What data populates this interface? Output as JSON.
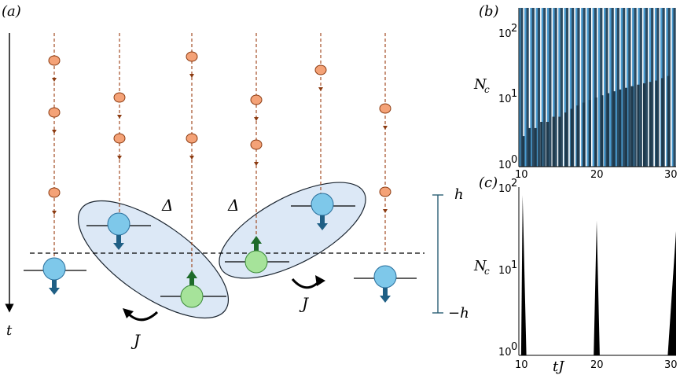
{
  "panel_a": {
    "label": "(a)",
    "time_label": "t",
    "delta_label": "Δ",
    "coupling_label": "J",
    "field_top": "h",
    "field_bottom": "−h"
  },
  "panel_b": {
    "label": "(b)"
  },
  "panel_c": {
    "label": "(c)",
    "xlabel": "tJ"
  },
  "chart_data": [
    {
      "type": "bar",
      "panel": "(b)",
      "ylabel": "N_c",
      "yscale": "log",
      "ylim": [
        1,
        300
      ],
      "xlim": [
        9.6,
        30.4
      ],
      "xticks": [
        "10",
        "20",
        "30"
      ],
      "yticks": [
        "10^0",
        "10^1",
        "10^2"
      ],
      "series": [
        {
          "color": "#4a9bd0",
          "x": [
            9.75,
            10.5,
            11.25,
            12.0,
            12.75,
            13.5,
            14.25,
            15.0,
            15.75,
            16.5,
            17.25,
            18.0,
            18.75,
            19.5,
            20.25,
            21.0,
            21.75,
            22.5,
            23.25,
            24.0,
            24.75,
            25.5,
            26.25,
            27.0,
            27.75,
            28.5,
            29.25,
            30.0
          ],
          "values": [
            300,
            300,
            300,
            300,
            300,
            300,
            300,
            300,
            300,
            300,
            300,
            300,
            300,
            300,
            300,
            300,
            300,
            300,
            300,
            300,
            300,
            300,
            300,
            300,
            300,
            300,
            300,
            300
          ]
        },
        {
          "color": "#2c4a60",
          "x": [
            10.0,
            10.75,
            11.5,
            12.25,
            13.0,
            13.75,
            14.5,
            15.25,
            16.0,
            16.75,
            17.5,
            18.25,
            19.0,
            19.75,
            20.5,
            21.25,
            22.0,
            22.75,
            23.5,
            24.25,
            25.0,
            25.75,
            26.5,
            27.25,
            28.0,
            28.75,
            29.5,
            30.2
          ],
          "values": [
            300,
            300,
            300,
            300,
            300,
            300,
            300,
            300,
            300,
            300,
            300,
            300,
            300,
            300,
            300,
            300,
            300,
            300,
            300,
            300,
            300,
            300,
            300,
            300,
            300,
            300,
            300,
            300
          ]
        },
        {
          "color": "#1f3a4d",
          "x": [
            10.2,
            11.0,
            11.8,
            12.6,
            13.4,
            14.2,
            15.0,
            15.8,
            16.6,
            17.4,
            18.2,
            19.0,
            19.8,
            20.6,
            21.4,
            22.2,
            23.0,
            23.8,
            24.6,
            25.4,
            26.2,
            27.0,
            27.8,
            28.6,
            29.4
          ],
          "values": [
            3,
            4,
            4,
            5,
            5,
            6,
            6,
            7,
            8,
            9,
            10,
            11,
            12,
            13,
            14,
            15,
            16,
            17,
            18,
            19,
            20,
            21,
            22,
            24,
            26
          ]
        }
      ]
    },
    {
      "type": "area",
      "panel": "(c)",
      "ylabel": "N_c",
      "xlabel": "tJ",
      "yscale": "log",
      "ylim": [
        1,
        100
      ],
      "xlim": [
        9.6,
        30.4
      ],
      "xticks": [
        "10",
        "20",
        "30"
      ],
      "yticks": [
        "10^0",
        "10^1",
        "10^2"
      ],
      "series": [
        {
          "color": "#000000",
          "peaks": [
            {
              "start": 9.9,
              "peak_x": 10.1,
              "end": 10.6,
              "peak": 80
            },
            {
              "start": 19.5,
              "peak_x": 19.9,
              "end": 20.3,
              "peak": 40
            },
            {
              "start": 29.3,
              "peak_x": 30.4,
              "end": 30.4,
              "peak": 30
            }
          ]
        }
      ]
    }
  ]
}
